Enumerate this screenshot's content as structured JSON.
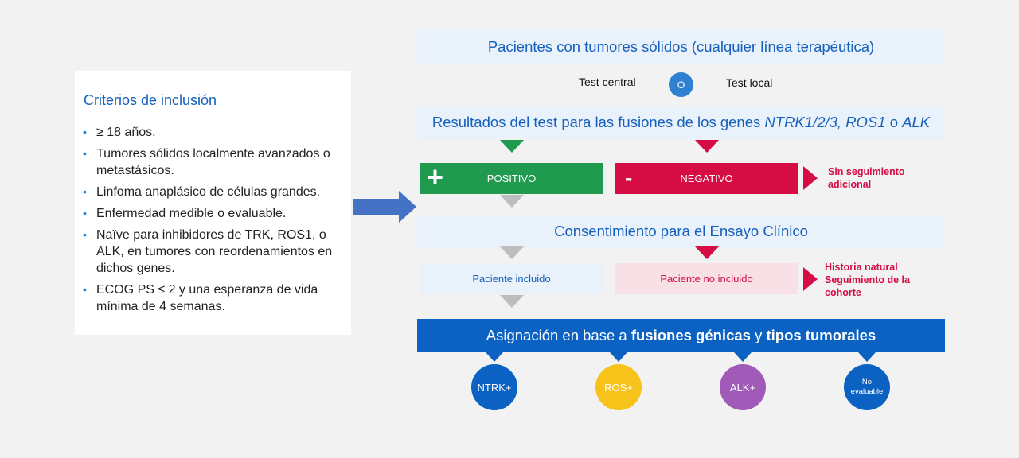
{
  "criteria": {
    "title": "Criterios de inclusión",
    "items": [
      "≥ 18 años.",
      "Tumores sólidos localmente avanzados o metastásicos.",
      "Linfoma anaplásico de células grandes.",
      "Enfermedad medible o evaluable.",
      "Naïve para inhibidores de TRK, ROS1, o ALK, en tumores con reordenamientos en dichos genes.",
      "ECOG PS ≤ 2 y una esperanza de vida mínima de 4 semanas."
    ]
  },
  "flow": {
    "patients": "Pacientes con tumores sólidos (cualquier línea terapéutica)",
    "test_central": "Test central",
    "or": "O",
    "test_local": "Test local",
    "results_prefix": "Resultados del test para las fusiones de los genes ",
    "results_genes": "NTRK1/2/3, ROS1",
    "results_or": " o ",
    "results_last": "ALK",
    "positive_sign": "+",
    "positive": "POSITIVO",
    "negative_sign": "-",
    "negative": "NEGATIVO",
    "no_followup_line1": "Sin seguimiento",
    "no_followup_line2": "adicional",
    "consent": "Consentimiento para el Ensayo Clínico",
    "included": "Paciente incluido",
    "not_included": "Paciente no incluido",
    "natural_line1": "Historia natural",
    "natural_line2": "Seguimiento de la",
    "natural_line3": "cohorte",
    "assign_prefix": "Asignación en base a ",
    "assign_b1": "fusiones génicas",
    "assign_mid": " y ",
    "assign_b2": "tipos tumorales",
    "groups": {
      "ntrk": "NTRK+",
      "ros": "ROS+",
      "alk": "ALK+",
      "noeval_line1": "No",
      "noeval_line2": "evaluable"
    }
  },
  "colors": {
    "blue": "#0b62c2",
    "green": "#1f9a4f",
    "red": "#d60c44",
    "yellow": "#f7c31b",
    "purple": "#a25ab8",
    "gray": "#bdbdbd"
  }
}
